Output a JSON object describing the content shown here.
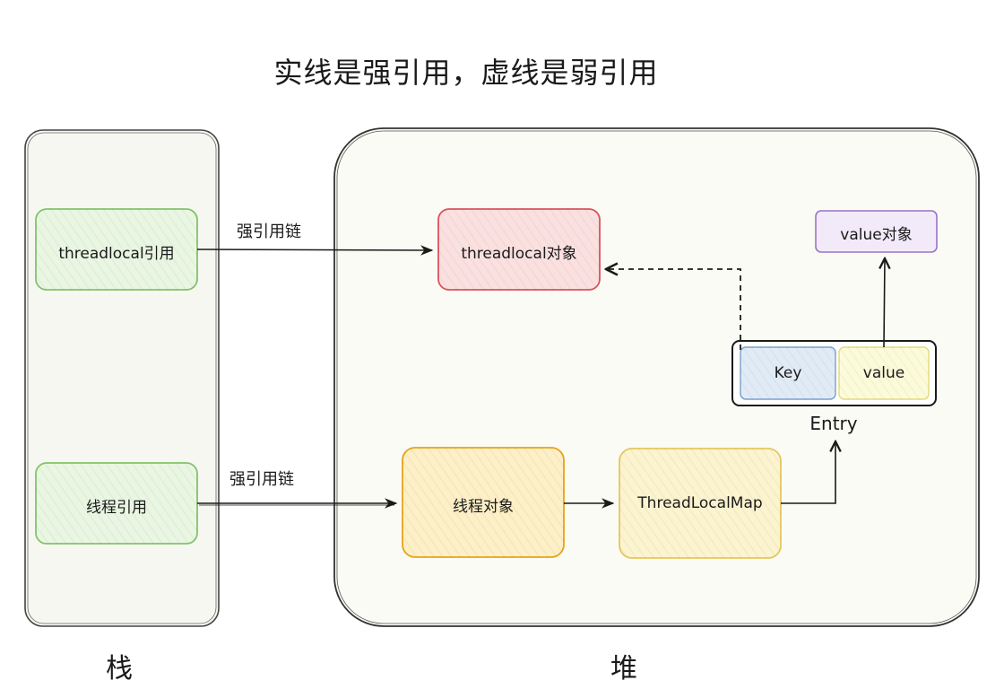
{
  "title": "实线是强引用，虚线是弱引用",
  "regions": {
    "stack": "栈",
    "heap": "堆"
  },
  "nodes": {
    "threadlocal_ref": "threadlocal引用",
    "thread_ref": "线程引用",
    "threadlocal_obj": "threadlocal对象",
    "thread_obj": "线程对象",
    "threadlocalmap": "ThreadLocalMap",
    "value_obj": "value对象",
    "entry_key": "Key",
    "entry_value": "value",
    "entry": "Entry"
  },
  "edges": {
    "strong_chain_top": "强引用链",
    "strong_chain_bottom": "强引用链"
  },
  "colors": {
    "green_stroke": "#82c46c",
    "green_fill": "#e9f6e2",
    "red_stroke": "#d9535b",
    "red_fill": "#f9d6d6",
    "orange_stroke": "#e8a317",
    "orange_fill": "#fbe9b8",
    "yellow_stroke": "#e5c75e",
    "yellow_fill": "#fcf4cf",
    "purple_stroke": "#9a72c7",
    "purple_fill": "#efe6f7",
    "blue_stroke": "#7aa0cc",
    "blue_fill": "#e1ebf6",
    "lightyellow_fill": "#fcfbd9",
    "heap_fill": "#fbfbf5"
  }
}
